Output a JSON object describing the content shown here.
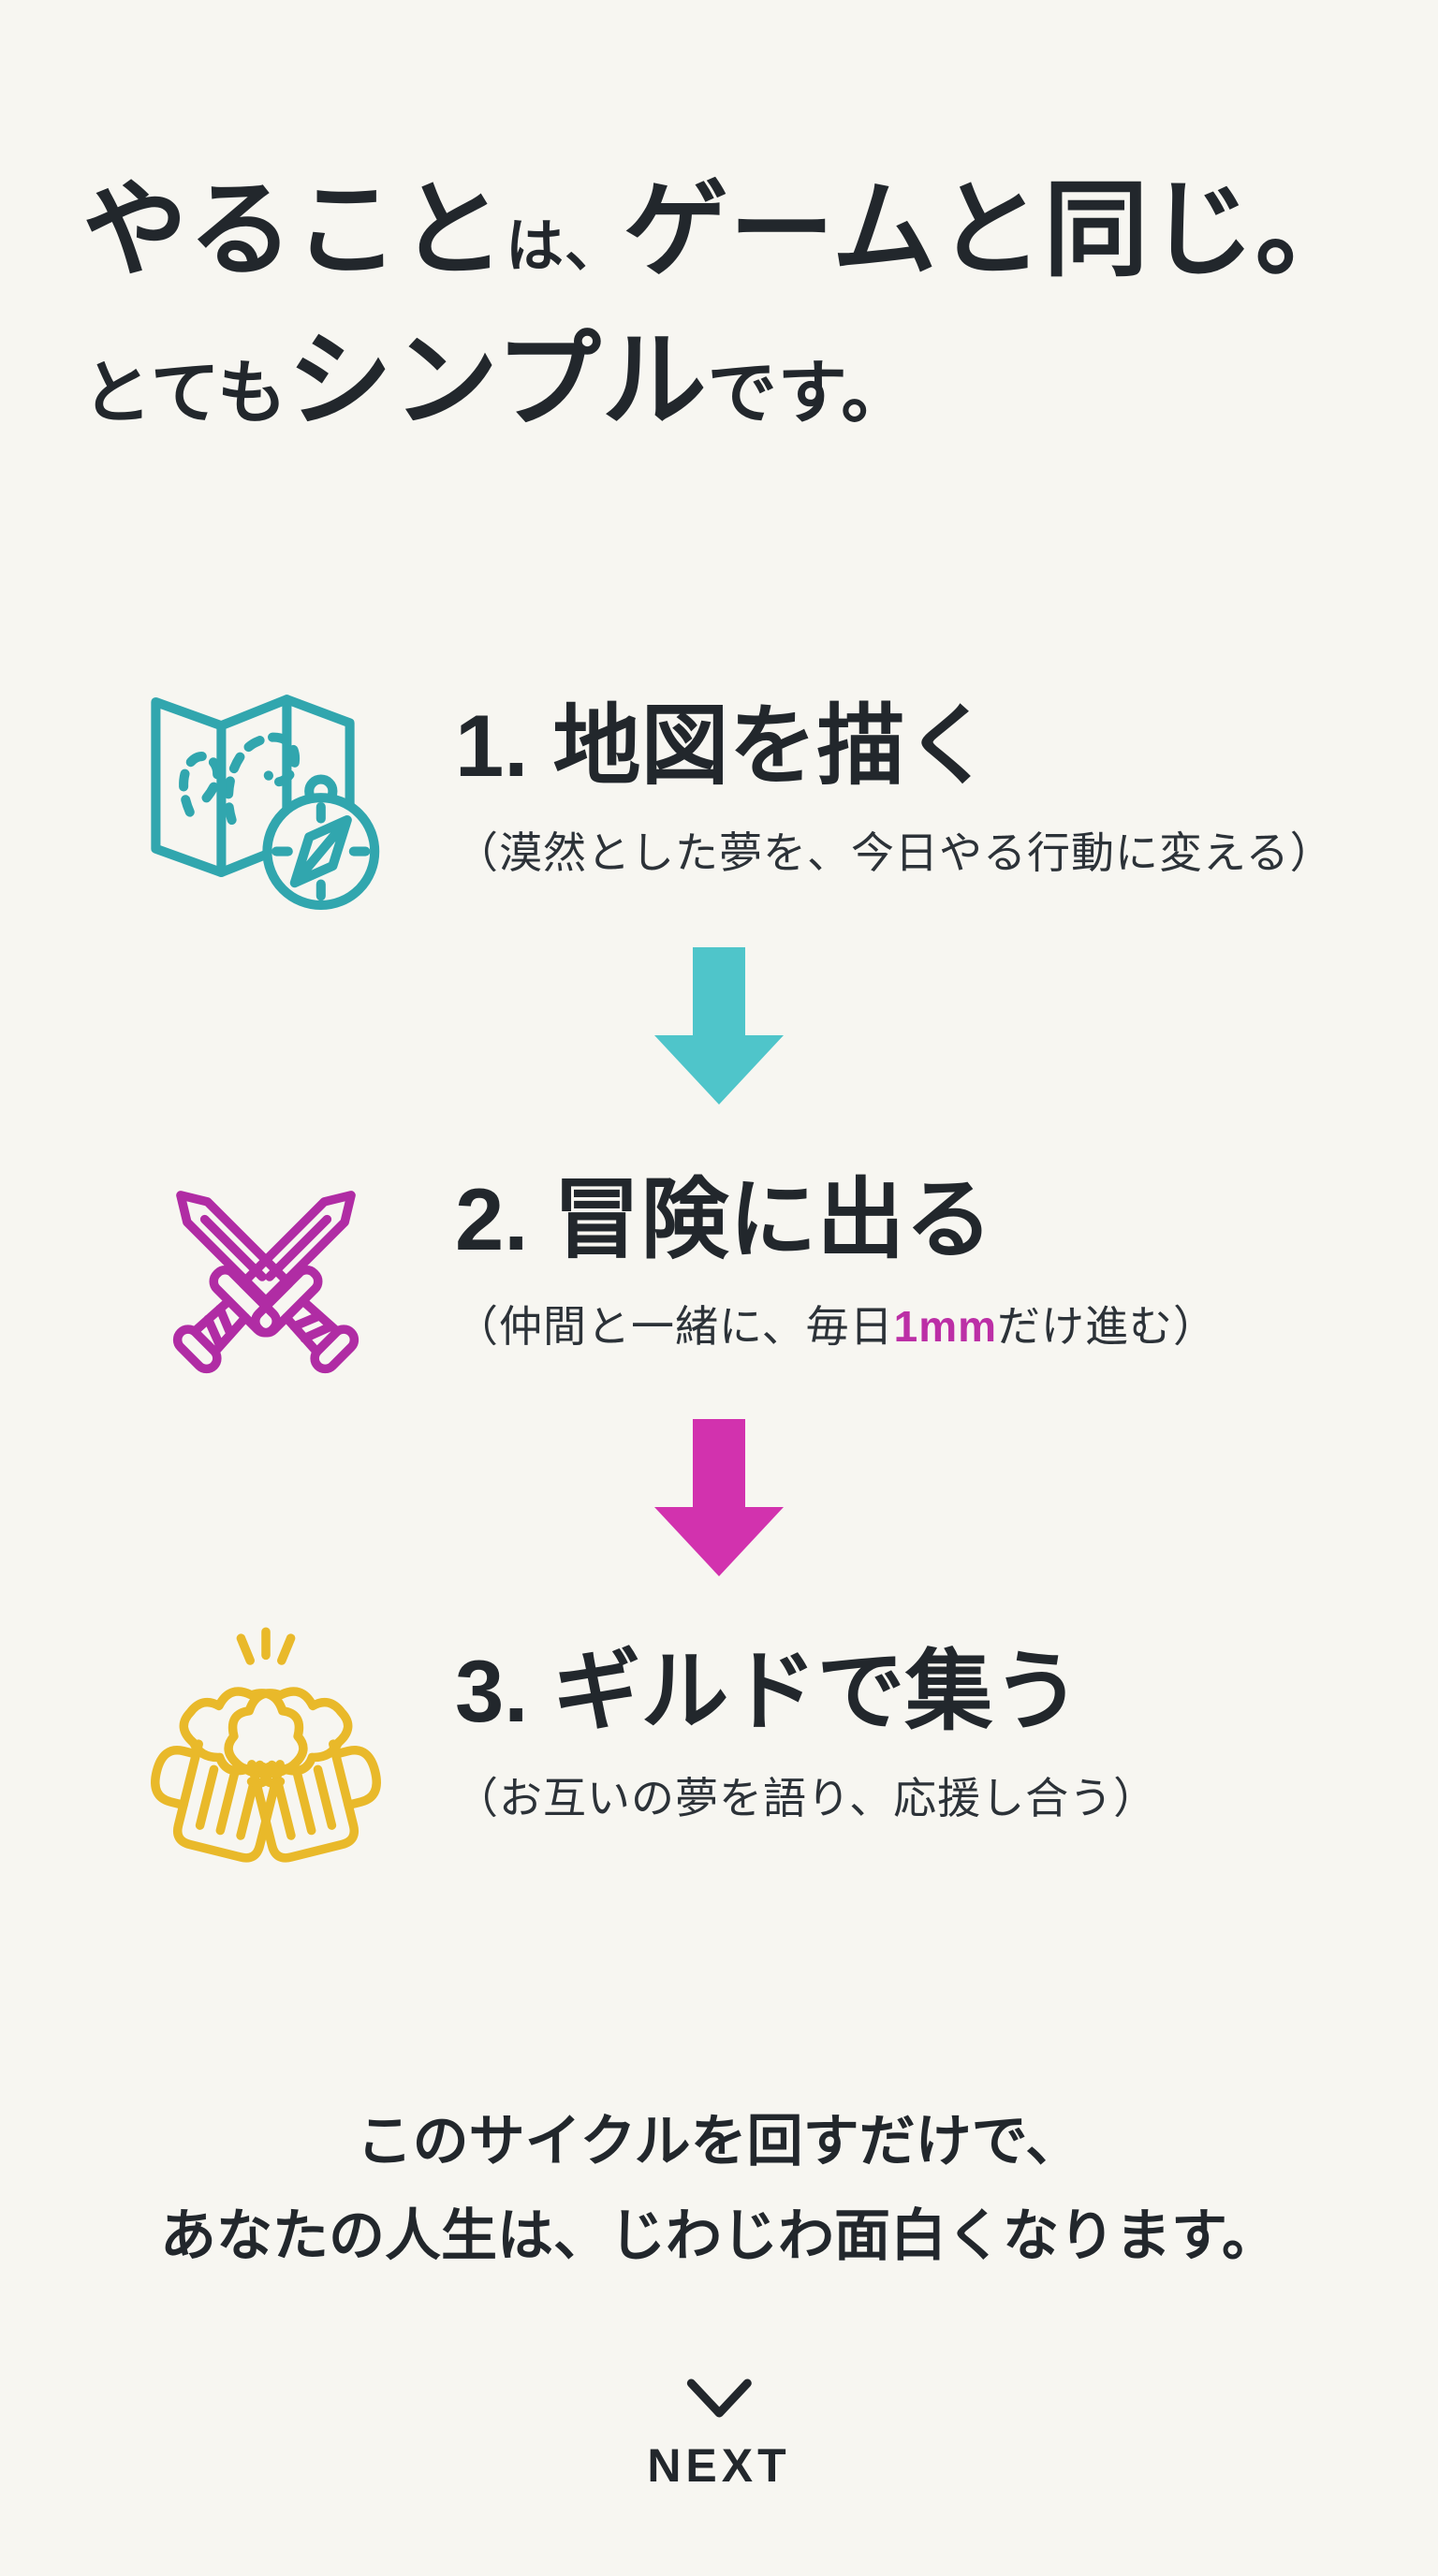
{
  "colors": {
    "background": "#F7F6F1",
    "ink": "#22272C",
    "subtext": "#2C3238",
    "teal": "#31A6AE",
    "teal_arrow": "#4FC5CA",
    "magenta": "#B02CA4",
    "magenta_arrow": "#D232AE",
    "magenta_text": "#BC2FA6",
    "yellow": "#E9B92A"
  },
  "title": {
    "line1": [
      "やること",
      "は、",
      "ゲームと同じ。"
    ],
    "line2": [
      "とても",
      "シンプル",
      "です。"
    ]
  },
  "steps": [
    {
      "heading": "1. 地図を描く",
      "subtitle": "（漠然とした夢を、今日やる行動に変える）",
      "icon": "map-compass"
    },
    {
      "heading": "2. 冒険に出る",
      "subtitle_prefix": "（仲間と一緒に、毎日",
      "subtitle_highlight": "1mm",
      "subtitle_suffix": "だけ進む）",
      "icon": "crossed-swords"
    },
    {
      "heading": "3. ギルドで集う",
      "subtitle": "（お互いの夢を語り、応援し合う）",
      "icon": "beer-mugs"
    }
  ],
  "arrows": [
    {
      "name": "down-arrow-teal"
    },
    {
      "name": "down-arrow-magenta"
    }
  ],
  "footer": {
    "line1": "このサイクルを回すだけで、",
    "line2": "あなたの人生は、じわじわ面白くなります。"
  },
  "next": {
    "label": "NEXT"
  }
}
